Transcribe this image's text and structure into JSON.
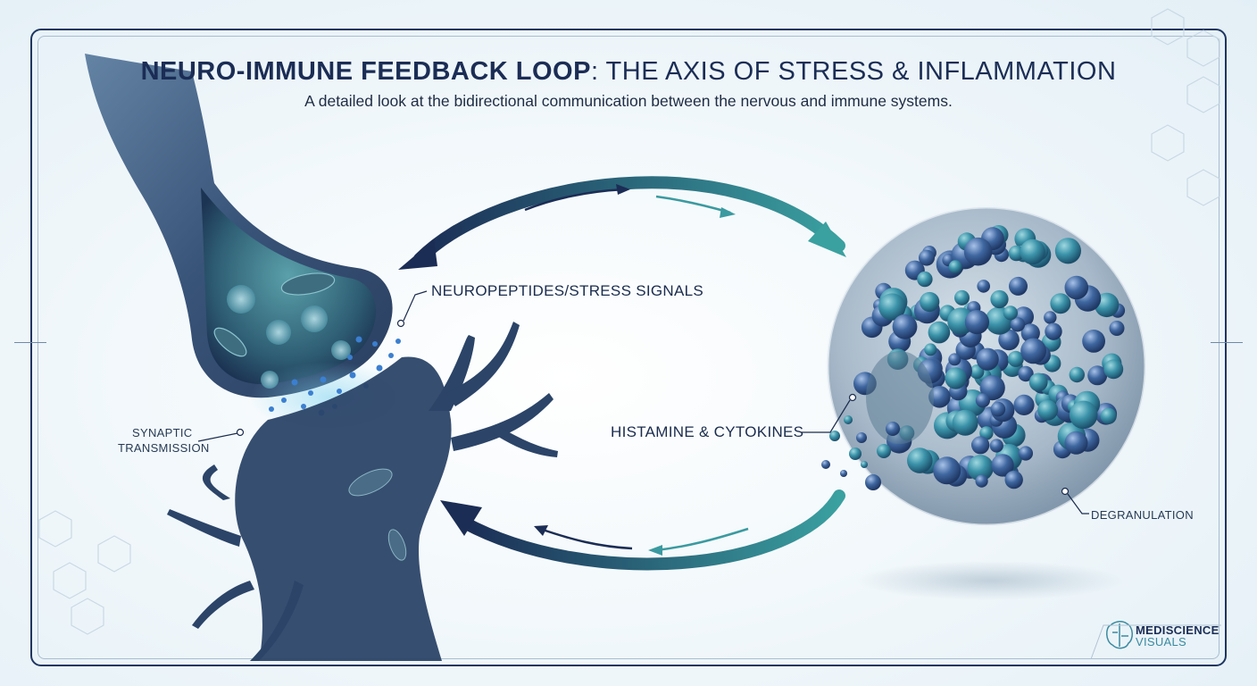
{
  "header": {
    "title_bold": "NEURO-IMMUNE FEEDBACK LOOP",
    "title_rest": ": THE AXIS OF STRESS & INFLAMMATION",
    "subtitle": "A detailed look at the bidirectional communication between the nervous and immune systems."
  },
  "labels": {
    "neuropeptides": "NEUROPEPTIDES/STRESS SIGNALS",
    "synaptic_line1": "SYNAPTIC",
    "synaptic_line2": "TRANSMISSION",
    "histamine": "HISTAMINE & CYTOKINES",
    "degranulation": "DEGRANULATION"
  },
  "logo": {
    "line1": "MEDISCIENCE",
    "line2": "VISUALS"
  },
  "colors": {
    "navy": "#1b2d55",
    "teal": "#3a9aa0",
    "neuron": "#2e4a6e",
    "granule": "#3c8fa8"
  }
}
